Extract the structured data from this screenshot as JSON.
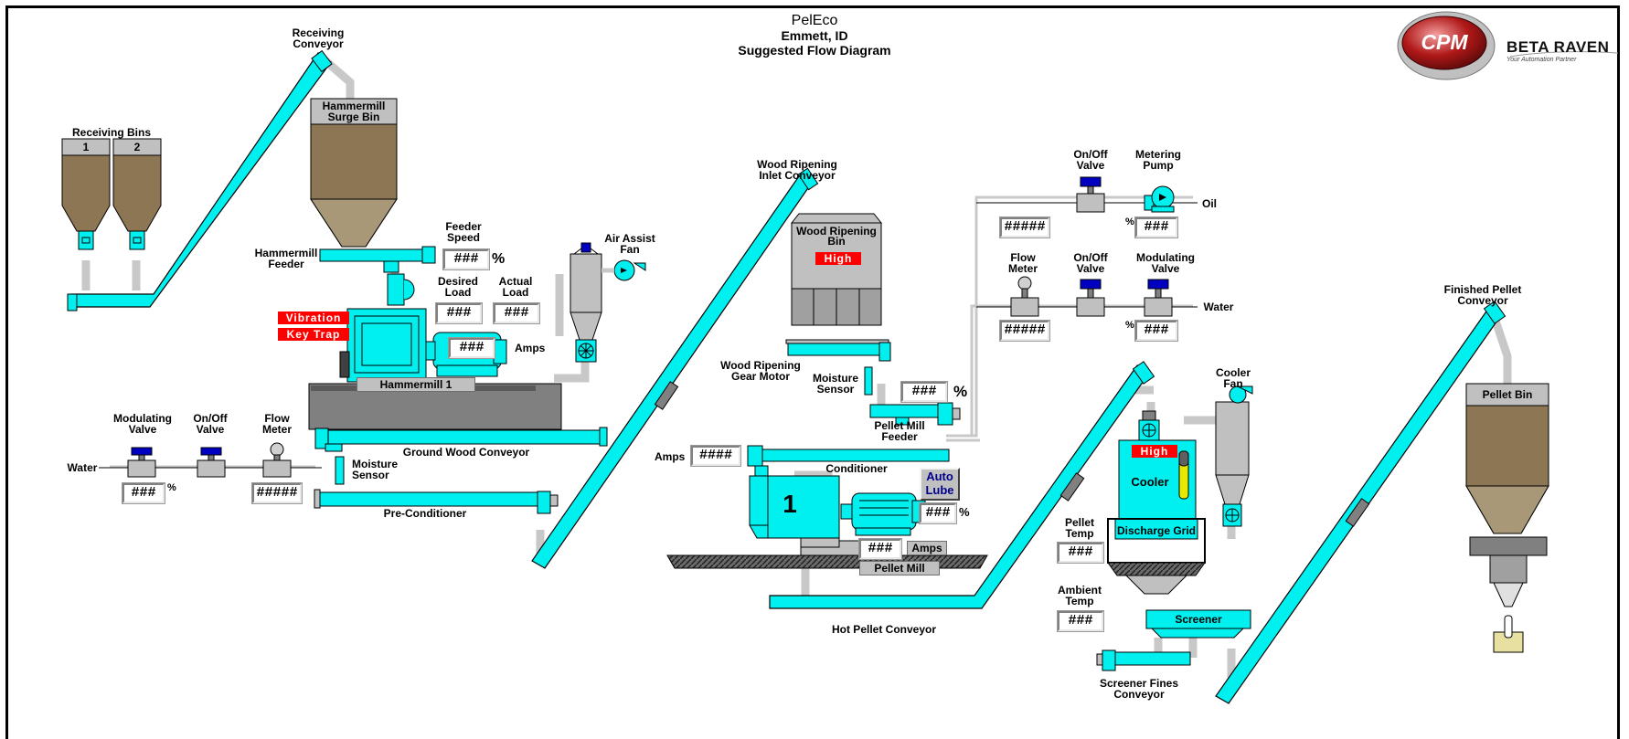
{
  "title": {
    "line1": "PelEco",
    "line2": "Emmett, ID",
    "line3": "Suggested Flow Diagram"
  },
  "logo": {
    "name": "BETA RAVEN",
    "tagline": "Your Automation Partner",
    "mark": "CPM"
  },
  "colors": {
    "equipment": "#00f0f0",
    "product": "#8c7654",
    "pipe": "#c8c8c8",
    "alarm": "#ff0000",
    "valve": "#0000c0"
  },
  "labels": {
    "receiving_conveyor": [
      "Receiving",
      "Conveyor"
    ],
    "receiving_bins": "Receiving Bins",
    "bin1": "1",
    "bin2": "2",
    "hammermill_surge_bin": [
      "Hammermill",
      "Surge Bin"
    ],
    "hammermill_feeder": [
      "Hammermill",
      "Feeder"
    ],
    "feeder_speed": [
      "Feeder",
      "Speed"
    ],
    "desired_load": [
      "Desired",
      "Load"
    ],
    "actual_load": [
      "Actual",
      "Load"
    ],
    "amps": "Amps",
    "air_assist_fan": [
      "Air Assist",
      "Fan"
    ],
    "hammermill_1": "Hammermill 1",
    "ground_wood_conveyor": "Ground Wood Conveyor",
    "moisture_sensor_left": [
      "Moisture",
      "Sensor"
    ],
    "pre_conditioner": "Pre-Conditioner",
    "modulating_valve_left": [
      "Modulating",
      "Valve"
    ],
    "onoff_valve_left": [
      "On/Off",
      "Valve"
    ],
    "flow_meter_left": [
      "Flow",
      "Meter"
    ],
    "water_left": "Water",
    "wood_ripening_inlet": [
      "Wood Ripening",
      "Inlet Conveyor"
    ],
    "wood_ripening_bin": [
      "Wood Ripening",
      "Bin"
    ],
    "wood_ripening_gear_motor": [
      "Wood Ripening",
      "Gear Motor"
    ],
    "moisture_sensor_mid": [
      "Moisture",
      "Sensor"
    ],
    "pellet_mill_feeder": [
      "Pellet Mill",
      "Feeder"
    ],
    "amps_conditioner": "Amps",
    "conditioner": "Conditioner",
    "pellet_mill": "Pellet Mill",
    "pellet_mill_number": "1",
    "amps_pellet": "Amps",
    "hot_pellet_conveyor": "Hot Pellet Conveyor",
    "onoff_valve_oil": [
      "On/Off",
      "Valve"
    ],
    "metering_pump": [
      "Metering",
      "Pump"
    ],
    "oil": "Oil",
    "flow_meter_water": [
      "Flow",
      "Meter"
    ],
    "onoff_valve_water": [
      "On/Off",
      "Valve"
    ],
    "modulating_valve_water": [
      "Modulating",
      "Valve"
    ],
    "water_right": "Water",
    "cooler_fan": [
      "Cooler",
      "Fan"
    ],
    "cooler": "Cooler",
    "discharge_grid": "Discharge Grid",
    "pellet_temp": [
      "Pellet",
      "Temp"
    ],
    "ambient_temp": [
      "Ambient",
      "Temp"
    ],
    "screener": "Screener",
    "screener_fines_conveyor": [
      "Screener Fines",
      "Conveyor"
    ],
    "finished_pellet_conveyor": [
      "Finished Pellet",
      "Conveyor"
    ],
    "pellet_bin": "Pellet Bin"
  },
  "alarms": {
    "vibration": "Vibration",
    "key_trap": "Key Trap",
    "wood_bin_level": "High",
    "cooler_level": "High"
  },
  "buttons": {
    "auto_lube": [
      "Auto",
      "Lube"
    ]
  },
  "readouts": {
    "feeder_speed": "###",
    "desired_load": "###",
    "actual_load": "###",
    "hammermill_amps": "###",
    "mod_valve_left": "###",
    "flow_meter_left": "#####",
    "pellet_mill_feeder": "###",
    "conditioner_amps": "####",
    "pellet_pct": "###",
    "pellet_amps": "###",
    "oil_flow": "#####",
    "oil_pump": "###",
    "water_flow": "#####",
    "water_valve": "###",
    "pellet_temp": "###",
    "ambient_temp": "###"
  },
  "units": {
    "pct": "%"
  }
}
